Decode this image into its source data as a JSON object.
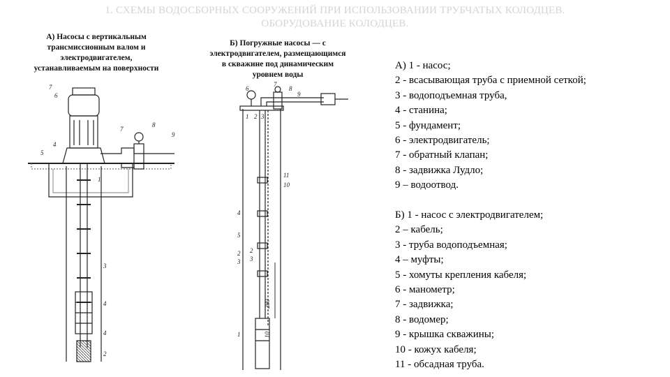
{
  "title_line1": "1. СХЕМЫ ВОДОСБОРНЫХ СООРУЖЕНИЙ ПРИ ИСПОЛЬЗОВАНИИ ТРУБЧАТЫХ КОЛОДЦЕВ.",
  "title_line2": "ОБОРУДОВАНИЕ КОЛОДЦЕВ.",
  "caption_a": [
    "А) Насосы с вертикальным",
    "трансмиссионным валом и",
    "электродвигателем,",
    "устанавливаемым на поверхности"
  ],
  "caption_b": [
    "Б) Погружные насосы — с",
    "электродвигателем, размещающимся",
    "в скважине под динамическим",
    "уровнем воды"
  ],
  "legend_a": [
    "А) 1 -  насос;",
    "2 - всасывающая труба с приемной сеткой;",
    "3 - водоподъемная труба,",
    "4 - станина;",
    "5 - фундамент;",
    "6 - электродвигатель;",
    "7 - обратный клапан;",
    "8 - задвижка Лудло;",
    "9 – водоотвод."
  ],
  "legend_b": [
    "Б) 1 - насос с электродвигателем;",
    "2 – кабель;",
    "3 - труба водоподъемная;",
    "4 – муфты;",
    "5 - хомуты крепления кабеля;",
    "6 - манометр;",
    "7 - задвижка;",
    "8 - водомер;",
    "9 - крышка скважины;",
    "10 - кожух кабеля;",
    "11 - обсадная труба."
  ],
  "drawing_a_labels": [
    "7",
    "6",
    "5",
    "4",
    "1",
    "7",
    "8",
    "9",
    "3",
    "4",
    "4",
    "2"
  ],
  "drawing_b_labels": [
    "6",
    "7",
    "8",
    "9",
    "1",
    "2",
    "3",
    "11",
    "10",
    "4",
    "5",
    "2",
    "3",
    "1",
    "2",
    "3",
    "280",
    "10"
  ]
}
